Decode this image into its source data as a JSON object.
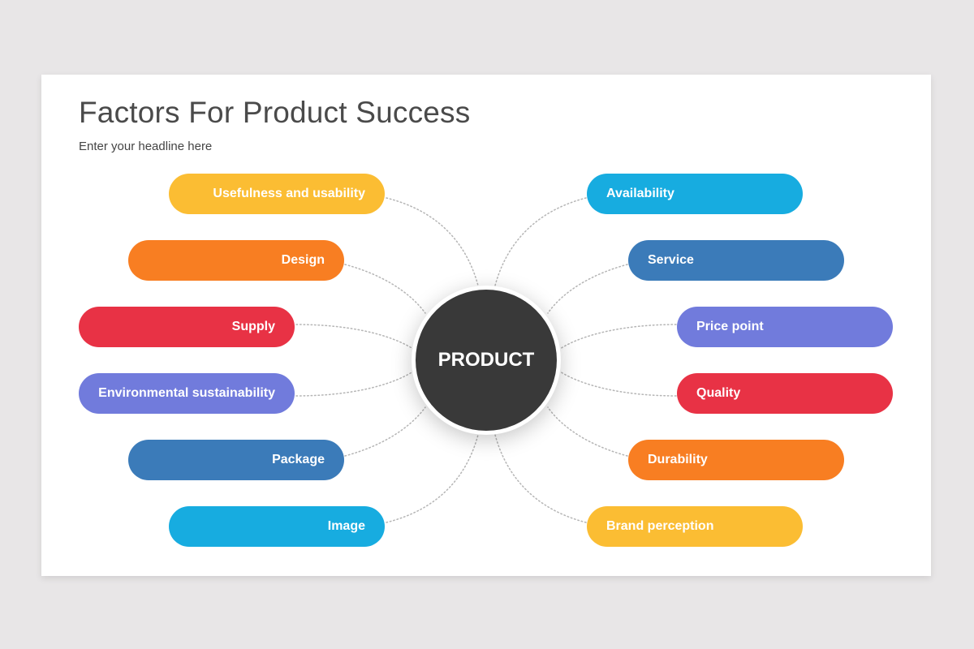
{
  "slide": {
    "title": "Factors For Product Success",
    "subtitle": "Enter your headline here"
  },
  "hub": {
    "label": "PRODUCT",
    "color": "#393939"
  },
  "factors_left": [
    {
      "label": "Usefulness and usability",
      "color": "#fbbd33"
    },
    {
      "label": "Design",
      "color": "#f87e22"
    },
    {
      "label": "Supply",
      "color": "#e83245"
    },
    {
      "label": "Environmental sustainability",
      "color": "#717bdc"
    },
    {
      "label": "Package",
      "color": "#3b7bb9"
    },
    {
      "label": "Image",
      "color": "#17ace0"
    }
  ],
  "factors_right": [
    {
      "label": "Availability",
      "color": "#17ace0"
    },
    {
      "label": "Service",
      "color": "#3b7bb9"
    },
    {
      "label": "Price point",
      "color": "#717bdc"
    },
    {
      "label": "Quality",
      "color": "#e83245"
    },
    {
      "label": "Durability",
      "color": "#f87e22"
    },
    {
      "label": "Brand perception",
      "color": "#fbbd33"
    }
  ],
  "connector_color": "#b5b5b5"
}
